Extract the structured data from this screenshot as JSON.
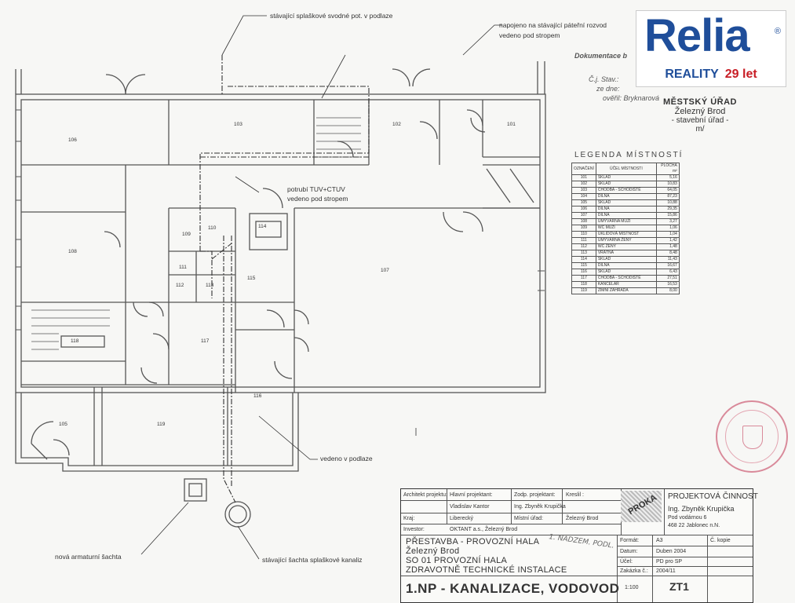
{
  "logo": {
    "word": "Relia",
    "reg": "®",
    "sub_reality": "REALITY",
    "sub_years": "29 let",
    "colors": {
      "blue": "#1f4e9a",
      "red": "#c81d25"
    }
  },
  "annotations": {
    "top1": "stávající splaškové svodné pot. v podlaze",
    "top2": "napojeno na stávající páteřní rozvod",
    "top3": "vedeno pod stropem",
    "pipe1": "potrubí TUV+CTUV",
    "pipe2": "vedeno pod stropem",
    "floor": "vedeno v podlaze",
    "shaft_new": "nová armaturní šachta",
    "shaft_old": "stávající šachta splaškové kanaliz"
  },
  "rooms": [
    "101",
    "102",
    "103",
    "105",
    "106",
    "107",
    "108",
    "109",
    "110",
    "111",
    "112",
    "113",
    "114",
    "115",
    "116",
    "117",
    "118",
    "119"
  ],
  "doc": {
    "title": "Dokumentace b",
    "line1": "Č.j. Stav.:",
    "line2": "ze dne:",
    "line3": "ověřil: Bryknarová",
    "urad_title": "MĚSTSKÝ ÚŘAD",
    "urad_city": "Železný Brod",
    "urad_dept": "- stavební úřad -",
    "urad_sig": "m/"
  },
  "legend": {
    "title": "LEGENDA   MÍSTNOSTÍ",
    "headers": [
      "OZNAČENÍ",
      "ÚČEL MÍSTNOSTI",
      "PLOCHA m²"
    ],
    "rows": [
      [
        "101",
        "SKLAD",
        "5,16"
      ],
      [
        "102",
        "SKLAD",
        "10,83"
      ],
      [
        "103",
        "CHODBA - SCHODIŠTĚ",
        "64,05"
      ],
      [
        "104",
        "DÍLNA",
        "87,23"
      ],
      [
        "105",
        "SKLAD",
        "10,88"
      ],
      [
        "106",
        "DÍLNA",
        "29,35"
      ],
      [
        "107",
        "DÍLNA",
        "15,86"
      ],
      [
        "108",
        "UMÝVÁRNA MUŽI",
        "3,27"
      ],
      [
        "109",
        "WC MUŽI",
        "1,06"
      ],
      [
        "110",
        "ÚKLIDOVÁ MÍSTNOST",
        "1,04"
      ],
      [
        "111",
        "UMÝVÁRNA ŽENY",
        "1,42"
      ],
      [
        "112",
        "WC ŽENY",
        "1,48"
      ],
      [
        "113",
        "VRÁTNÁ",
        "8,48"
      ],
      [
        "114",
        "SKLAD",
        "11,43"
      ],
      [
        "115",
        "DÍLNA",
        "16,67"
      ],
      [
        "116",
        "SKLAD",
        "6,43"
      ],
      [
        "117",
        "CHODBA - SCHODIŠTĚ",
        "27,51"
      ],
      [
        "118",
        "KANCELÁŘ",
        "16,53"
      ],
      [
        "119",
        "ZIMNÍ ZAHRADA",
        "8,00"
      ]
    ]
  },
  "titleblock": {
    "architect_label": "Architekt projektu:",
    "chief_label": "Hlavní projektant:",
    "chief_value": "Vladislav Kantor",
    "resp_label": "Zodp. projektant:",
    "resp_value": "Ing. Zbyněk Krupička",
    "drew_label": "Kreslil :",
    "region_label": "Kraj:",
    "region_value": "Liberecký",
    "office_label": "Místní úřad:",
    "office_value": "Železný Brod",
    "investor_label": "Investor:",
    "investor_value": "OKTANT a.s., Železný Brod",
    "proka": "PROKA",
    "firm1": "PROJEKTOVÁ ČINNOST",
    "firm2": "Ing. Zbyněk Krupička",
    "firm3": "Pod vodárnou 6",
    "firm4": "468 22  Jablonec n.N.",
    "project1": "PŘESTAVBA  -  PROVOZNÍ HALA",
    "project2": "Železný Brod",
    "project3": "SO 01  PROVOZNÍ HALA",
    "project4": "ZDRAVOTNĚ TECHNICKÉ INSTALACE",
    "drawing": "1.NP  -  KANALIZACE, VODOVOD",
    "hand_note": "1. NADZEM. PODL.",
    "format_label": "Formát:",
    "format_value": "A3",
    "copy_label": "Č. kopie",
    "date_label": "Datum:",
    "date_value": "Duben 2004",
    "purpose_label": "Účel:",
    "purpose_value": "PD pro SP",
    "order_label": "Zakázka č.:",
    "order_value": "2004/11",
    "scale_value": "1:100",
    "sheet_value": "ZT1"
  }
}
